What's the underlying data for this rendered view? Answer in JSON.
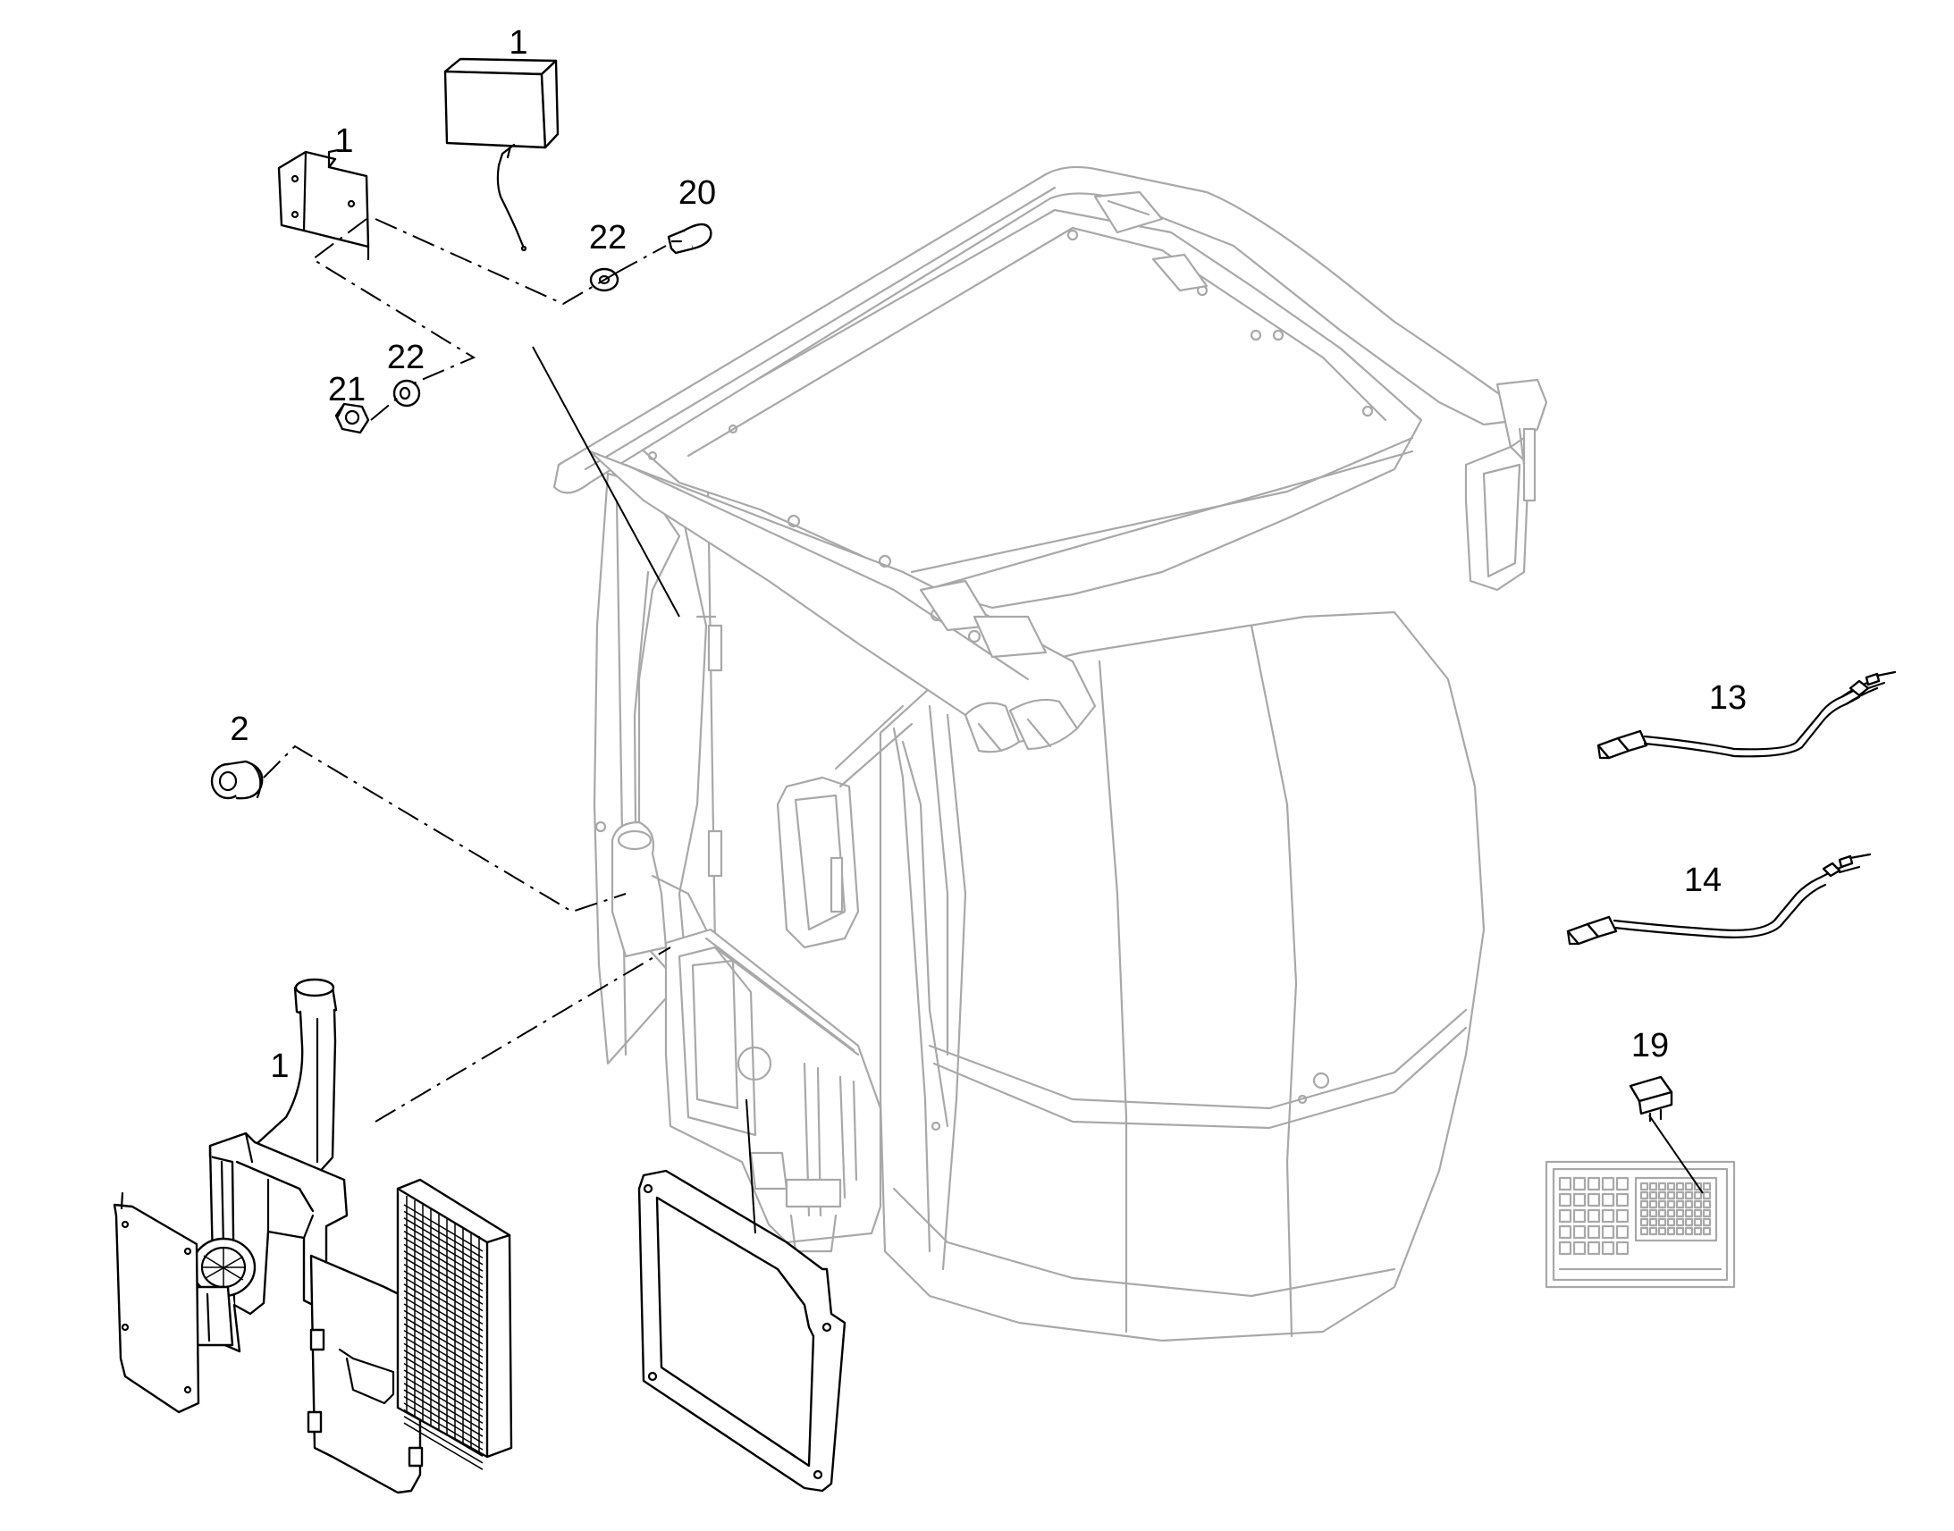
{
  "callouts": {
    "item_1_box": "1",
    "item_1_bracket": "1",
    "item_20": "20",
    "item_22_top": "22",
    "item_22_bottom": "22",
    "item_21": "21",
    "item_2": "2",
    "item_1_heater": "1",
    "item_13": "13",
    "item_14": "14",
    "item_19": "19"
  }
}
